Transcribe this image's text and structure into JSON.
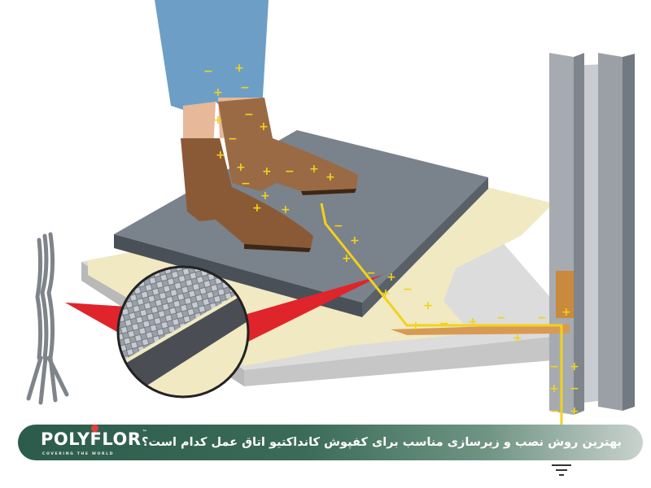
{
  "banner": {
    "question": "بهترین روش نصب و زیرسازی مناسب برای کفپوش کانداکتیو اتاق عمل کدام است؟",
    "background_color": "#2c5b4b"
  },
  "logo": {
    "name": "POLYFLOR",
    "trademark": "™",
    "tagline": "COVERING THE WORLD",
    "accent_color": "#e0413c"
  },
  "illustration": {
    "charge_color": "#f2d21b",
    "wire_color": "#f2d21b",
    "beam_color": "#e0242c"
  }
}
